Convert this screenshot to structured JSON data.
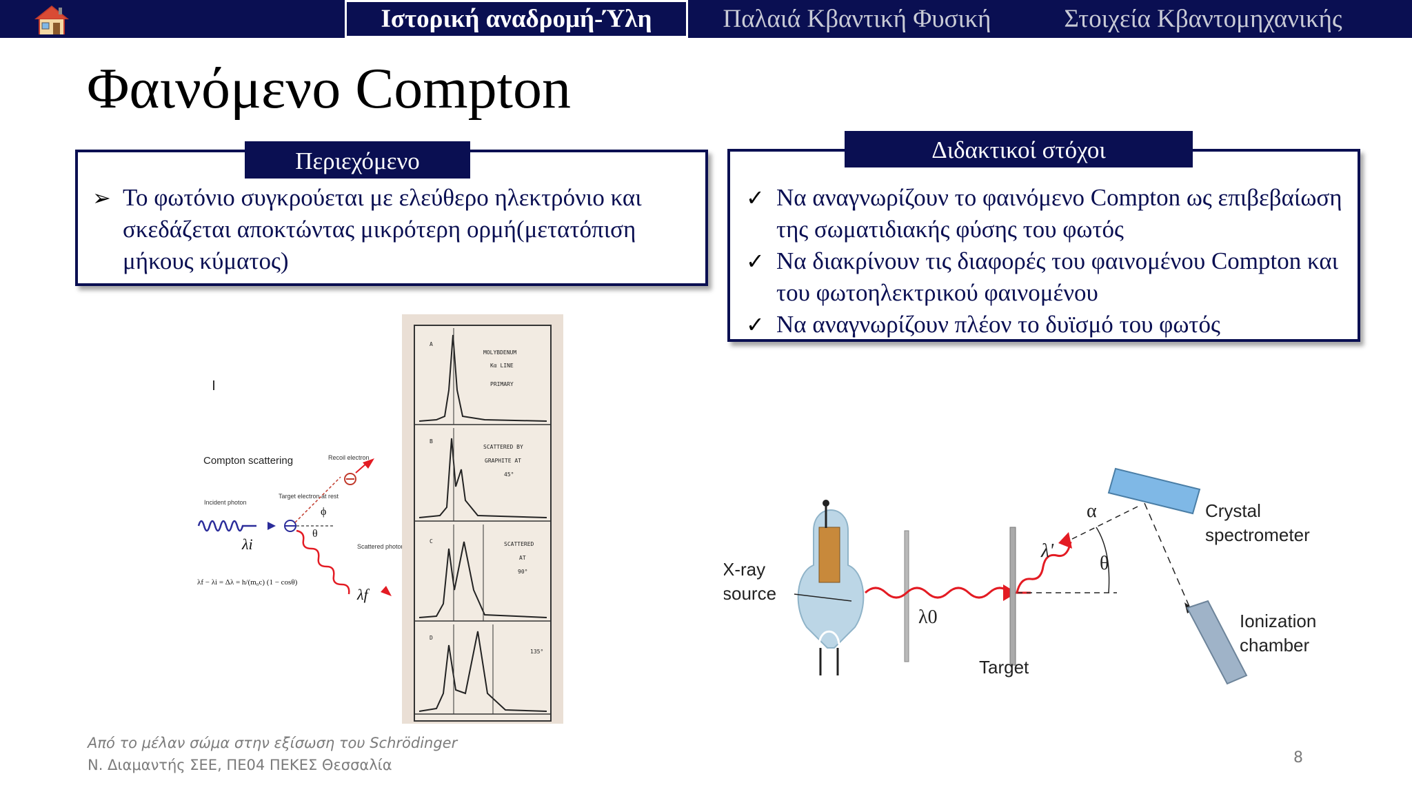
{
  "nav": {
    "tabs": [
      {
        "label": "Ιστορική αναδρομή-Ύλη",
        "active": true
      },
      {
        "label": "Παλαιά Κβαντική Φυσική",
        "active": false
      },
      {
        "label": "Στοιχεία Κβαντομηχανικής",
        "active": false
      }
    ],
    "home_icon": "house-icon"
  },
  "slide": {
    "title": "Φαινόμενο Compton",
    "content_box": {
      "label": "Περιεχόμενο",
      "bullets": [
        "Το φωτόνιο συγκρούεται με ελεύθερο ηλεκτρόνιο και σκεδάζεται αποκτώντας μικρότερη ορμή(μετατόπιση μήκους κύματος)"
      ]
    },
    "objectives_box": {
      "label": "Διδακτικοί στόχοι",
      "bullets": [
        "Να αναγνωρίζουν το φαινόμενο Compton ως επιβεβαίωση της σωματιδιακής φύσης του φωτός",
        "Να διακρίνουν  τις διαφορές του φαινομένου Compton και του φωτοηλεκτρικού φαινομένου",
        "Να αναγνωρίζουν  πλέον το δυϊσμό του φωτός"
      ]
    },
    "scatter_diagram": {
      "title": "Compton scattering",
      "recoil_label": "Recoil electron",
      "incident_label": "Incident photon",
      "target_label": "Target electron at rest",
      "scattered_label": "Scattered photon",
      "lambda_i": "λi",
      "lambda_f": "λf",
      "phi": "ϕ",
      "theta": "θ",
      "formula": "λf − λi = Δλ = h/(m₀c) (1 − cosθ)"
    },
    "photo_panels": [
      {
        "letter": "A",
        "caption": [
          "MOLYBDENUM",
          "Kα LINE",
          "PRIMARY"
        ]
      },
      {
        "letter": "B",
        "caption": [
          "SCATTERED BY",
          "GRAPHITE AT",
          "45°"
        ]
      },
      {
        "letter": "C",
        "caption": [
          "SCATTERED",
          "AT",
          "90°"
        ]
      },
      {
        "letter": "D",
        "caption": [
          "135°"
        ]
      }
    ],
    "apparatus": {
      "xray_source": [
        "X-ray",
        "source"
      ],
      "lambda0": "λ0",
      "target": "Target",
      "lambda_prime": "λ'",
      "alpha": "α",
      "theta": "θ",
      "crystal": [
        "Crystal",
        "spectrometer"
      ],
      "ionization": [
        "Ionization",
        "chamber"
      ]
    }
  },
  "footer": {
    "line1": "Από το μέλαν σώμα στην εξίσωση του Schrödinger",
    "line2": "Ν. Διαμαντής ΣΕΕ, ΠΕ04 ΠΕΚΕΣ Θεσσαλία",
    "page": "8"
  },
  "colors": {
    "navy": "#0a0f52",
    "red": "#e31b23",
    "photo_bg": "#eadfd5"
  }
}
